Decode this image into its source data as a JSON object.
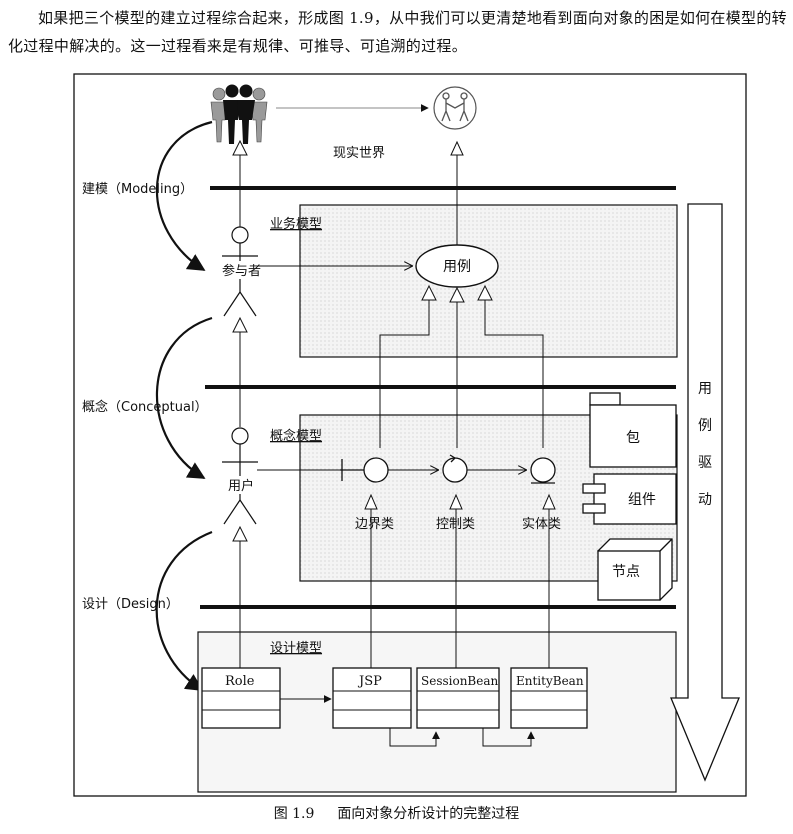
{
  "intro_text": "如果把三个模型的建立过程综合起来，形成图 1.9，从中我们可以更清楚地看到面向对象的困是如何在模型的转化过程中解决的。这一过程看来是有规律、可推导、可追溯的过程。",
  "figure": {
    "real_world_label": "现实世界",
    "phase_labels": [
      "建模（Modeling）",
      "概念（Conceptual）",
      "设计（Design）"
    ],
    "model_labels": [
      "业务模型",
      "概念模型",
      "设计模型"
    ],
    "actor_labels": [
      "参与者",
      "用户"
    ],
    "use_case_label": "用例",
    "analysis_class_labels": [
      "边界类",
      "控制类",
      "实体类"
    ],
    "side_element_labels": [
      "包",
      "组件",
      "节点"
    ],
    "design_class_labels": [
      "Role",
      "JSP",
      "SessionBean",
      "EntityBean"
    ],
    "vertical_arrow_label": [
      "用",
      "例",
      "驱",
      "动"
    ]
  },
  "caption": {
    "number": "图 1.9",
    "title": "面向对象分析设计的完整过程"
  }
}
